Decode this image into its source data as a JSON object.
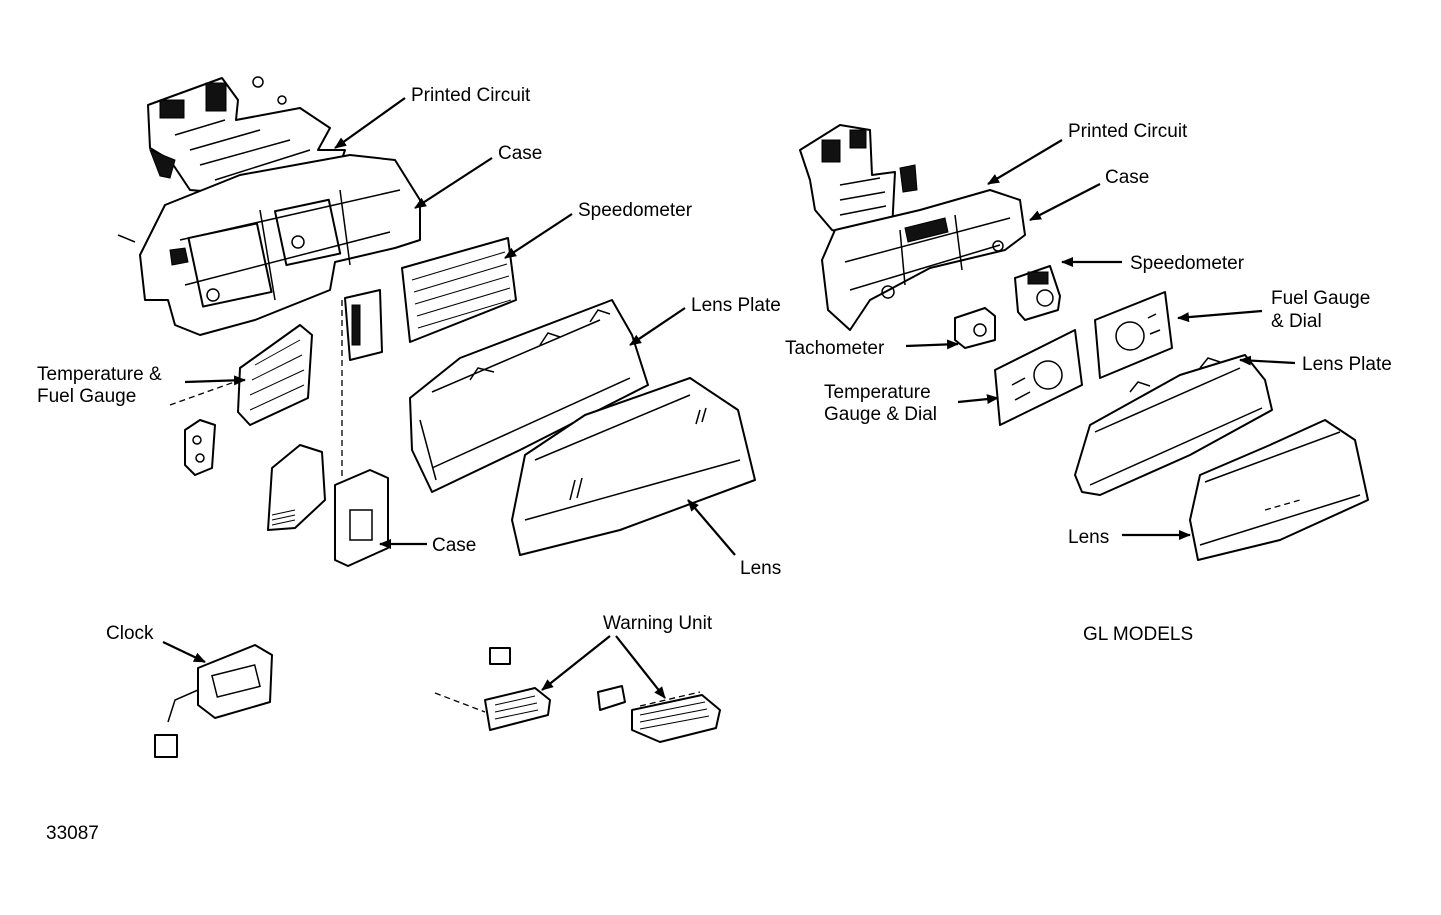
{
  "figure_number": "33087",
  "section_label": "GL MODELS",
  "left_group": {
    "printed_circuit": "Printed Circuit",
    "case_top": "Case",
    "speedometer": "Speedometer",
    "lens_plate": "Lens Plate",
    "temperature_fuel_line1": "Temperature &",
    "temperature_fuel_line2": "Fuel Gauge",
    "case_bottom": "Case",
    "lens": "Lens",
    "clock": "Clock",
    "warning_unit": "Warning Unit"
  },
  "right_group": {
    "printed_circuit": "Printed Circuit",
    "case": "Case",
    "speedometer": "Speedometer",
    "fuel_gauge_line1": "Fuel Gauge",
    "fuel_gauge_line2": "& Dial",
    "tachometer": "Tachometer",
    "lens_plate": "Lens Plate",
    "temperature_line1": "Temperature",
    "temperature_line2": "Gauge & Dial",
    "lens": "Lens"
  }
}
